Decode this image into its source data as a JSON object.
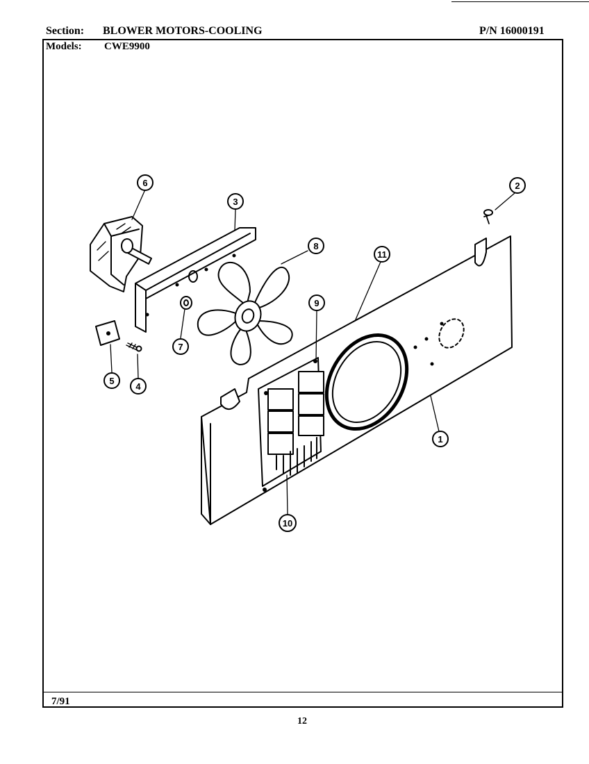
{
  "header": {
    "section_label": "Section:",
    "section_value": "BLOWER MOTORS-COOLING",
    "pn": "P/N 16000191",
    "models_label": "Models:",
    "models_value": "CWE9900"
  },
  "footer": {
    "date": "7/91",
    "page": "12"
  },
  "callouts": [
    {
      "id": "callout-1",
      "label": "1"
    },
    {
      "id": "callout-2",
      "label": "2"
    },
    {
      "id": "callout-3",
      "label": "3"
    },
    {
      "id": "callout-4",
      "label": "4"
    },
    {
      "id": "callout-5",
      "label": "5"
    },
    {
      "id": "callout-6",
      "label": "6"
    },
    {
      "id": "callout-7",
      "label": "7"
    },
    {
      "id": "callout-8",
      "label": "8"
    },
    {
      "id": "callout-9",
      "label": "9"
    },
    {
      "id": "callout-10",
      "label": "10"
    },
    {
      "id": "callout-11",
      "label": "11"
    }
  ]
}
